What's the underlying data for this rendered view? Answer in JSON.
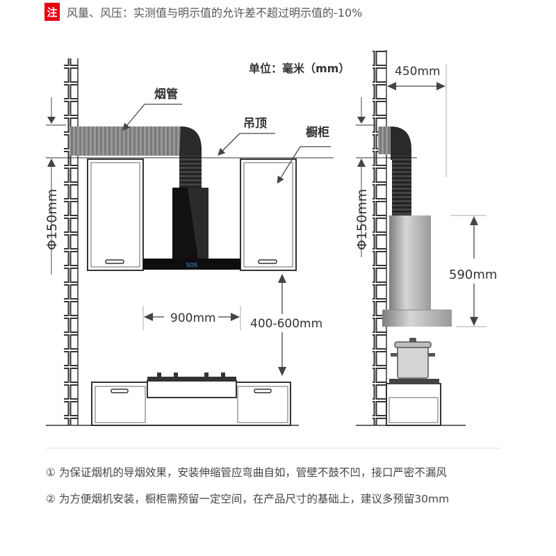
{
  "note": {
    "tag": "注",
    "text": "风量、风压：实测值与明示值的允许差不超过明示值的-10%"
  },
  "labels": {
    "unit": "单位：毫米（mm）",
    "flue": "烟管",
    "ceiling": "吊顶",
    "cabinet": "橱柜",
    "pipe_dia_left": "Φ150mm",
    "pipe_dia_right": "Φ150mm",
    "width": "900mm",
    "height_above_stove": "400-600mm",
    "depth": "450mm",
    "hood_height": "590mm",
    "display_readout": "SOS"
  },
  "footnotes": [
    "① 为保证烟机的导烟效果，安装伸缩管应弯曲自如，管壁不鼓不凹，接口严密不漏风",
    "② 为方便烟机安装，橱柜需预留一定空间，在产品尺寸的基础上，建议多预留30mm"
  ],
  "colors": {
    "accent": "#e60012",
    "line": "#333333",
    "hood": "#111111",
    "steel": "#a9a9a9"
  }
}
